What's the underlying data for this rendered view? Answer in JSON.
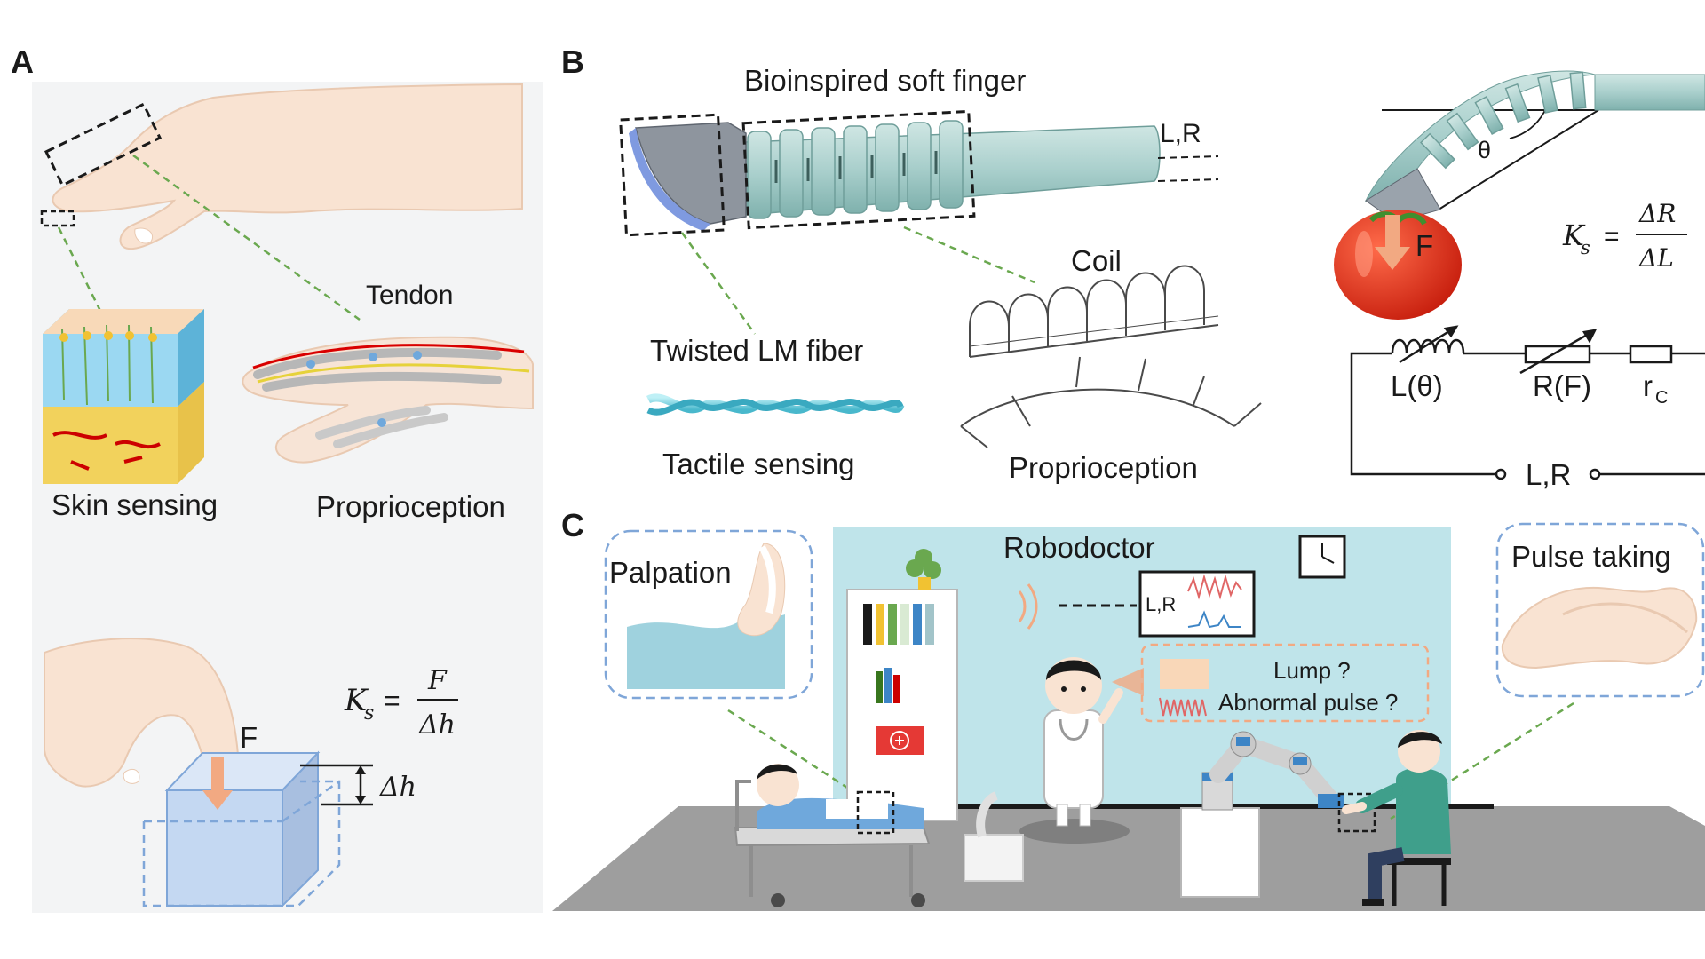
{
  "panels": {
    "a": {
      "letter": "A",
      "tendon": "Tendon",
      "skin_sensing": "Skin sensing",
      "proprioception": "Proprioception",
      "force": "F",
      "delta_h": "Δh",
      "eq_lhs": "K",
      "eq_sub": "s",
      "eq_eq": "=",
      "eq_num": "F",
      "eq_den": "Δh"
    },
    "b": {
      "letter": "B",
      "title": "Bioinspired soft finger",
      "lr_top": "L,R",
      "twisted_fiber": "Twisted LM fiber",
      "tactile_sensing": "Tactile sensing",
      "coil": "Coil",
      "proprioception": "Proprioception",
      "theta": "θ",
      "force": "F",
      "eq_lhs": "K",
      "eq_sub": "s",
      "eq_eq": "=",
      "eq_num": "ΔR",
      "eq_den": "ΔL",
      "l_theta": "L(θ)",
      "r_f": "R(F)",
      "r_c": "r",
      "r_c_sub": "C",
      "lr_bottom": "L,R"
    },
    "c": {
      "letter": "C",
      "robodoctor": "Robodoctor",
      "palpation": "Palpation",
      "pulse_taking": "Pulse taking",
      "monitor_lr": "L,R",
      "lump": "Lump ?",
      "abnormal_pulse": "Abnormal  pulse ?"
    }
  },
  "colors": {
    "panel_a_bg": "#f3f4f5",
    "room_wall": "#bfe4ea",
    "floor": "#9e9e9e",
    "finger_teal": "#a9cfcc",
    "tip_gray": "#8e959e",
    "tomato": "#e0321e",
    "leader_green": "#6aa84f",
    "fiber_cyan": "#7fd3e0",
    "cube_blue": "#c4d8f2",
    "arrow_orange": "#f2a982"
  }
}
